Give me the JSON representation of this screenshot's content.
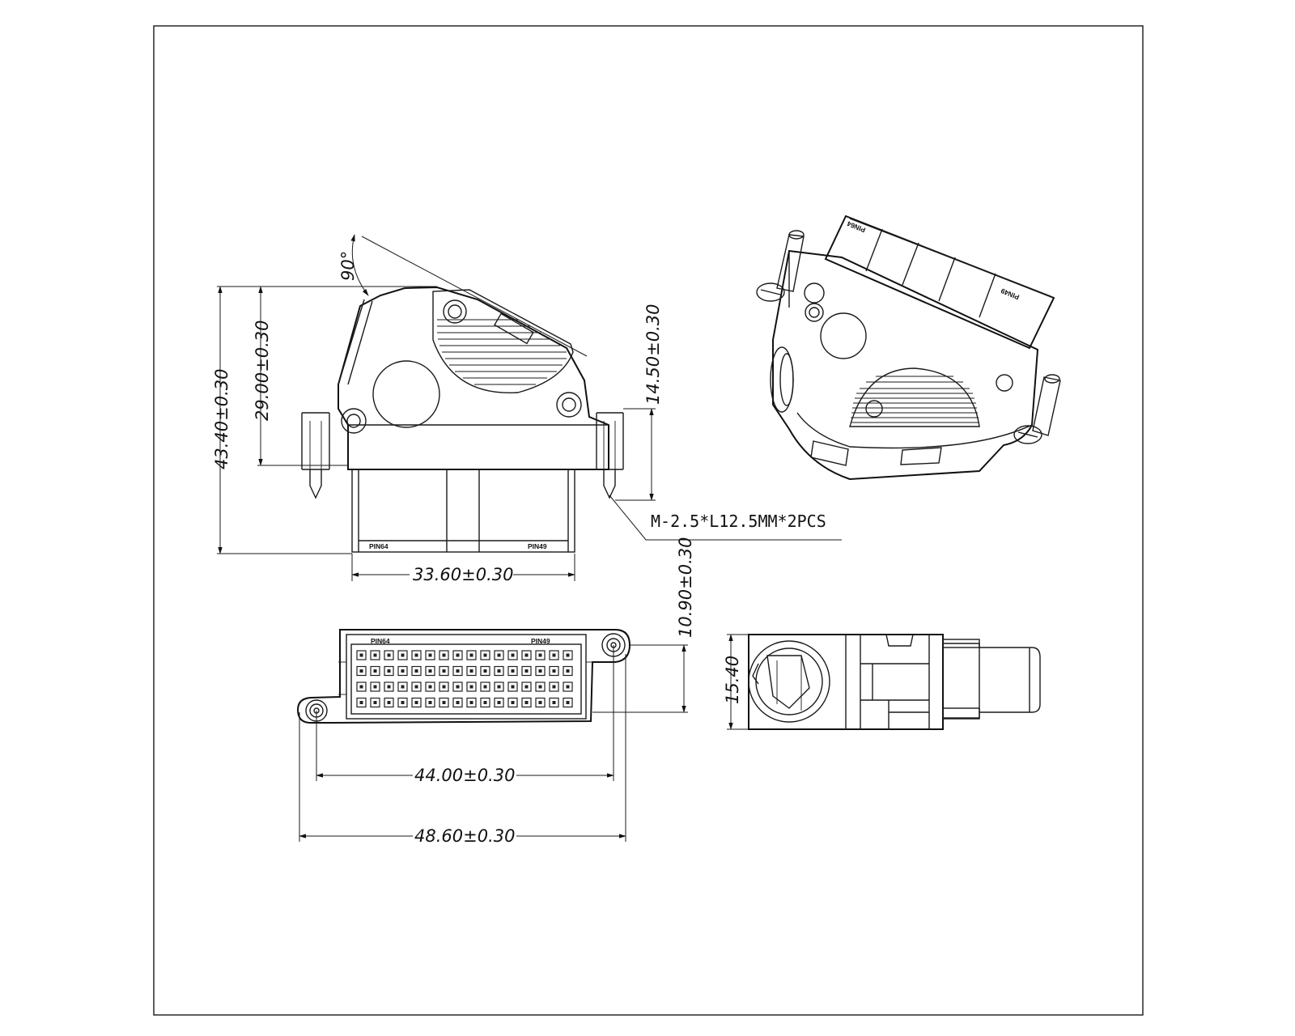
{
  "drawing": {
    "front_view": {
      "angle_label": "90°",
      "dim_total_height": "43.40±0.30",
      "dim_body_height": "29.00±0.30",
      "dim_screw_height": "14.50±0.30",
      "dim_width": "33.60±0.30",
      "screw_callout": "M-2.5*L12.5MM*2PCS",
      "pin_label_left": "PIN64",
      "pin_label_right": "PIN49"
    },
    "top_view": {
      "dim_flange_height": "10.90±0.30",
      "dim_hole_spacing": "44.00±0.30",
      "dim_overall_width": "48.60±0.30",
      "pin_rows": 4,
      "pin_cols": 16
    },
    "side_view": {
      "dim_height": "15.40"
    },
    "iso_view": {
      "pin_label_left": "PIN64",
      "pin_label_right": "PIN49"
    }
  }
}
